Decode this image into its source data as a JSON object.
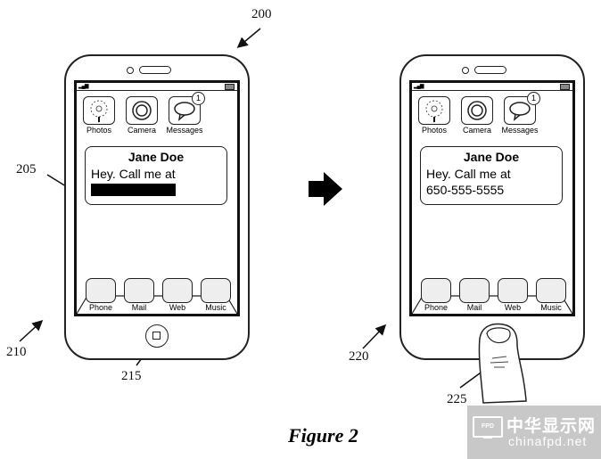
{
  "figure": {
    "caption": "Figure 2",
    "arrow_between": "right-arrow"
  },
  "reference_numerals": {
    "device": "200",
    "message_region": "205",
    "left_device": "210",
    "home_button": "215",
    "right_device": "220",
    "finger": "225"
  },
  "left_phone": {
    "apps": [
      {
        "label": "Photos",
        "icon": "photos-icon"
      },
      {
        "label": "Camera",
        "icon": "camera-icon"
      },
      {
        "label": "Messages",
        "icon": "messages-icon",
        "badge": "1"
      }
    ],
    "message": {
      "sender": "Jane Doe",
      "text": "Hey. Call me at",
      "detail": "[redacted]"
    },
    "dock": [
      {
        "label": "Phone"
      },
      {
        "label": "Mail"
      },
      {
        "label": "Web"
      },
      {
        "label": "Music"
      }
    ]
  },
  "right_phone": {
    "apps": [
      {
        "label": "Photos",
        "icon": "photos-icon"
      },
      {
        "label": "Camera",
        "icon": "camera-icon"
      },
      {
        "label": "Messages",
        "icon": "messages-icon",
        "badge": "1"
      }
    ],
    "message": {
      "sender": "Jane Doe",
      "text": "Hey. Call me at",
      "detail": "650-555-5555"
    },
    "dock": [
      {
        "label": "Phone"
      },
      {
        "label": "Mail"
      },
      {
        "label": "Web"
      },
      {
        "label": "Music"
      }
    ]
  },
  "watermark": {
    "badge": "FPD",
    "name_cn": "中华显示网",
    "url": "chinafpd.net"
  }
}
